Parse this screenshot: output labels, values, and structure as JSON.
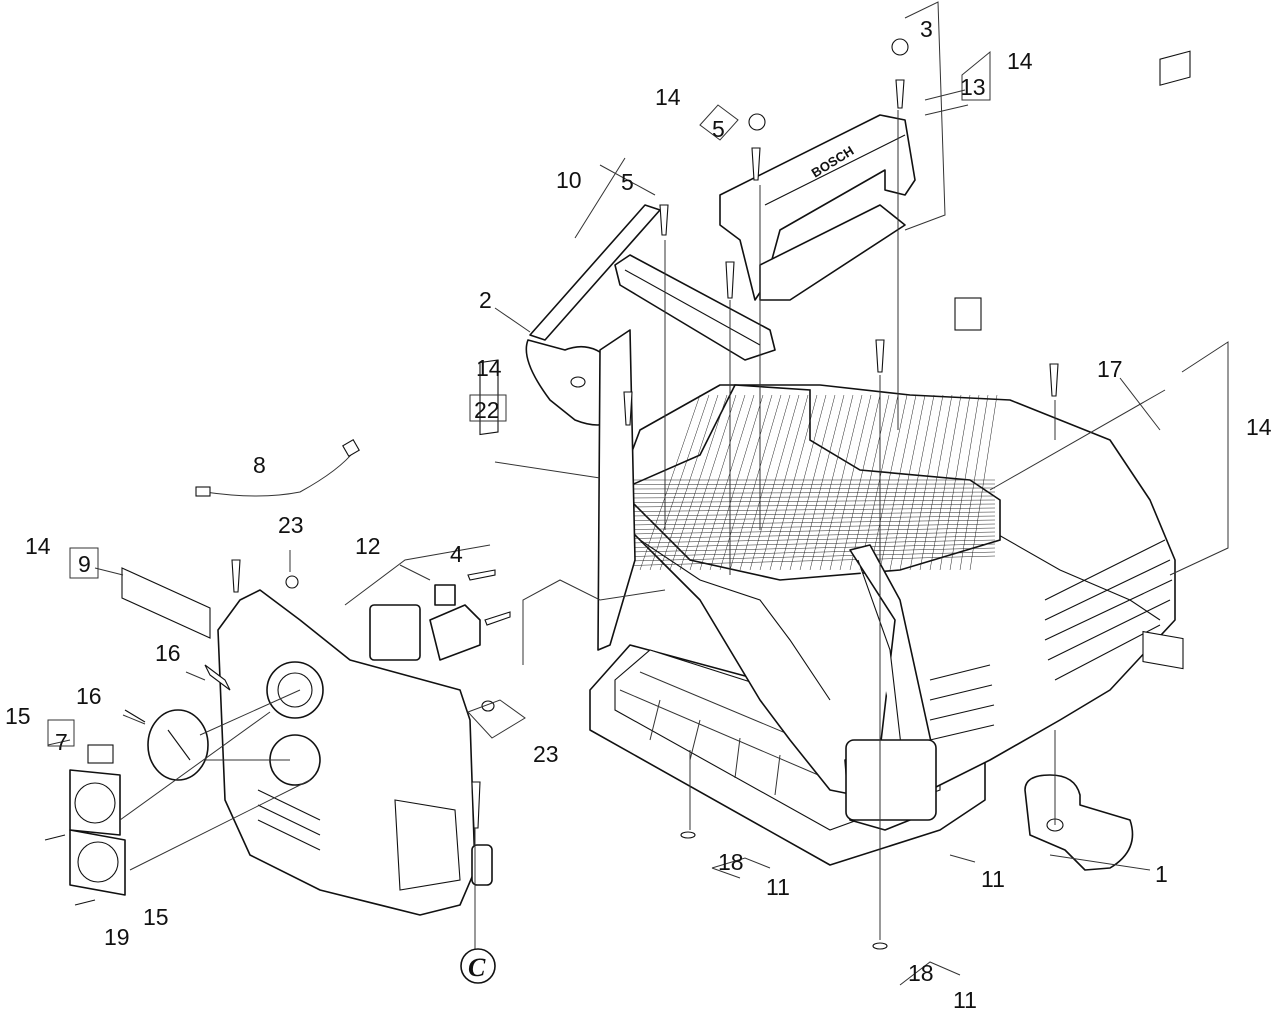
{
  "diagram": {
    "callouts": [
      {
        "id": "c1",
        "label": "1"
      },
      {
        "id": "c2",
        "label": "2"
      },
      {
        "id": "c3",
        "label": "3"
      },
      {
        "id": "c4",
        "label": "4"
      },
      {
        "id": "c5a",
        "label": "5"
      },
      {
        "id": "c5b",
        "label": "5"
      },
      {
        "id": "c7",
        "label": "7"
      },
      {
        "id": "c8",
        "label": "8"
      },
      {
        "id": "c9",
        "label": "9"
      },
      {
        "id": "c10",
        "label": "10"
      },
      {
        "id": "c11a",
        "label": "11"
      },
      {
        "id": "c11b",
        "label": "11"
      },
      {
        "id": "c11c",
        "label": "11"
      },
      {
        "id": "c12",
        "label": "12"
      },
      {
        "id": "c13",
        "label": "13"
      },
      {
        "id": "c14a",
        "label": "14"
      },
      {
        "id": "c14b",
        "label": "14"
      },
      {
        "id": "c14c",
        "label": "14"
      },
      {
        "id": "c14d",
        "label": "14"
      },
      {
        "id": "c14e",
        "label": "14"
      },
      {
        "id": "c15a",
        "label": "15"
      },
      {
        "id": "c15b",
        "label": "15"
      },
      {
        "id": "c16a",
        "label": "16"
      },
      {
        "id": "c16b",
        "label": "16"
      },
      {
        "id": "c17",
        "label": "17"
      },
      {
        "id": "c18a",
        "label": "18"
      },
      {
        "id": "c18b",
        "label": "18"
      },
      {
        "id": "c19",
        "label": "19"
      },
      {
        "id": "c22",
        "label": "22"
      },
      {
        "id": "c23a",
        "label": "23"
      },
      {
        "id": "c23b",
        "label": "23"
      }
    ],
    "handle_logo": "BOSCH",
    "badge_letter": "C"
  }
}
